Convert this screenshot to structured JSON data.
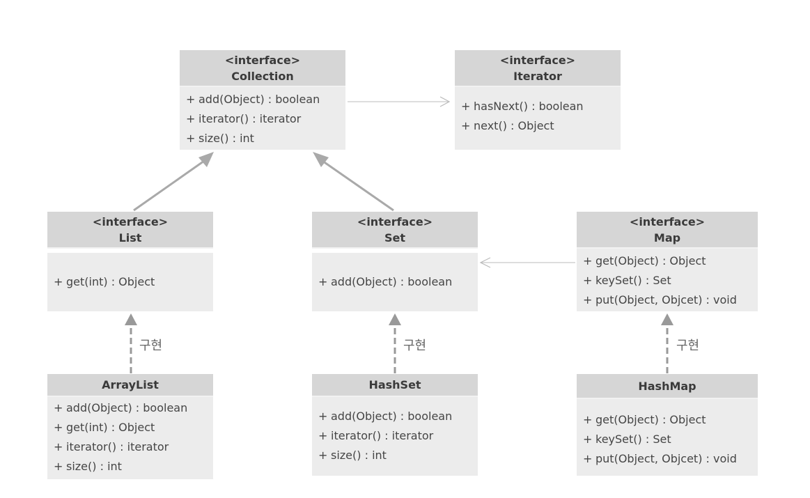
{
  "colors": {
    "header_bg": "#d6d6d6",
    "body_bg": "#ececec",
    "inherit_arrow": "#a9a9a9",
    "impl_arrow": "#999999",
    "assoc_arrow": "#bbbbbb"
  },
  "boxes": {
    "collection": {
      "stereotype": "<interface>",
      "name": "Collection",
      "members": [
        "add(Object)  : boolean",
        "iterator() : iterator",
        "size() : int"
      ]
    },
    "iterator": {
      "stereotype": "<interface>",
      "name": "Iterator",
      "members": [
        "hasNext() : boolean",
        "next() : Object"
      ]
    },
    "list": {
      "stereotype": "<interface>",
      "name": "List",
      "members": [
        "get(int) : Object"
      ]
    },
    "set": {
      "stereotype": "<interface>",
      "name": "Set",
      "members": [
        "add(Object)  : boolean"
      ]
    },
    "map": {
      "stereotype": "<interface>",
      "name": "Map",
      "members": [
        "get(Object) : Object",
        "keySet() : Set",
        "put(Object,  Objcet) : void"
      ]
    },
    "arraylist": {
      "name": "ArrayList",
      "members": [
        "add(Object)  : boolean",
        "get(int) : Object",
        "iterator() : iterator",
        "size() : int"
      ]
    },
    "hashset": {
      "name": "HashSet",
      "members": [
        "add(Object)  : boolean",
        "iterator() : iterator",
        "size() : int"
      ]
    },
    "hashmap": {
      "name": "HashMap",
      "members": [
        "get(Object) : Object",
        "keySet() : Set",
        "put(Object,  Objcet) : void"
      ]
    }
  },
  "member_prefix": "+",
  "impl_labels": {
    "arraylist_to_list": "구현",
    "hashset_to_set": "구현",
    "hashmap_to_map": "구현"
  }
}
